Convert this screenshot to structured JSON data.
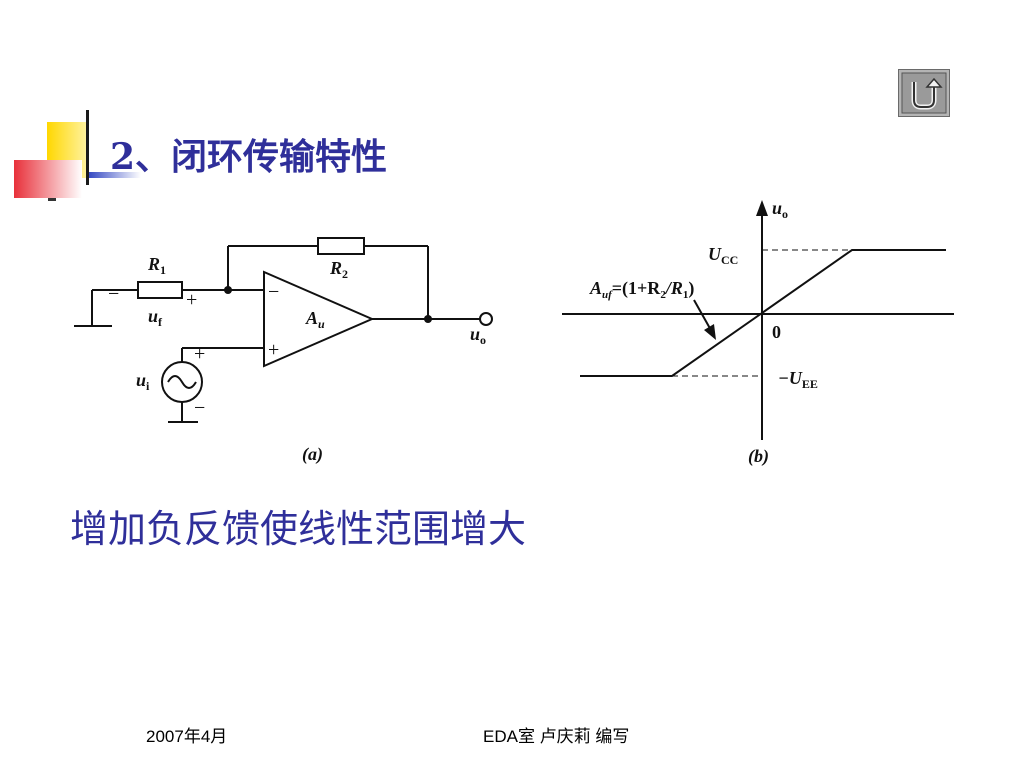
{
  "slide": {
    "title": "2、闭环传输特性",
    "body_text": "增加负反馈使线性范围增大"
  },
  "return_button": {
    "icon": "return-arrow-icon"
  },
  "figure_a": {
    "caption": "(a)",
    "r1_label": "R",
    "r1_sub": "1",
    "r2_label": "R",
    "r2_sub": "2",
    "uf_label": "u",
    "uf_sub": "f",
    "ui_label": "u",
    "ui_sub": "i",
    "uo_label": "u",
    "uo_sub": "o",
    "amp_label": "A",
    "amp_sub": "u",
    "minus": "−",
    "plus": "+"
  },
  "figure_b": {
    "caption": "(b)",
    "y_axis_label": "u",
    "y_axis_sub": "o",
    "ucc_label": "U",
    "ucc_sub": "CC",
    "uee_label": "−U",
    "uee_sub": "EE",
    "origin_label": "0",
    "slope_label_main": "A",
    "slope_label_sub": "uf",
    "slope_label_expr": "=(1+R",
    "slope_label_r2sub": "2",
    "slope_label_mid": "/R",
    "slope_label_r1sub": "1",
    "slope_label_end": ")"
  },
  "footer": {
    "date": "2007年4月",
    "author": "EDA室   卢庆莉   编写"
  },
  "colors": {
    "title": "#2f2f9a",
    "deco_yellow": "#ffd700",
    "deco_red": "#e8303a",
    "deco_blue": "#2a3fc0"
  }
}
